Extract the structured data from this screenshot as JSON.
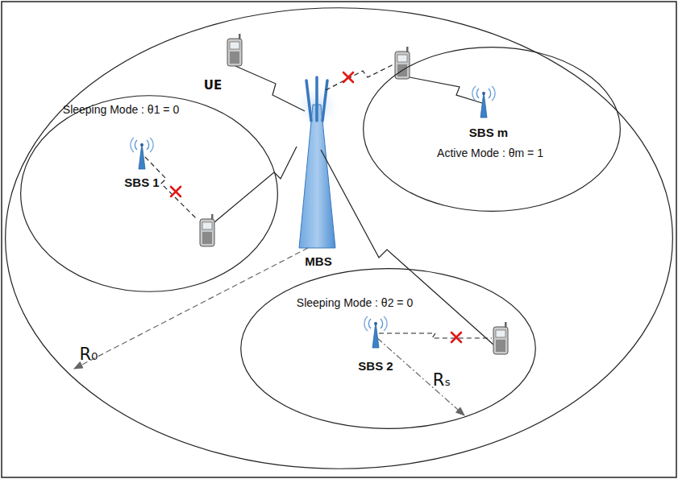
{
  "diagram": {
    "nodes": [
      {
        "text": [
          "MBS"
        ]
      },
      {
        "text": [
          "Sleeping Mode : θ1 = 0",
          "SBS 1"
        ],
        "in": 0
      },
      {
        "text": [
          "SBS m",
          "Active Mode : θm = 1"
        ],
        "in": 0
      },
      {
        "text": [
          "Sleeping Mode : θ2 = 0",
          "SBS 2"
        ],
        "in": 0
      }
    ],
    "labels": [
      "UE",
      "R₀",
      "Rₛ"
    ]
  }
}
